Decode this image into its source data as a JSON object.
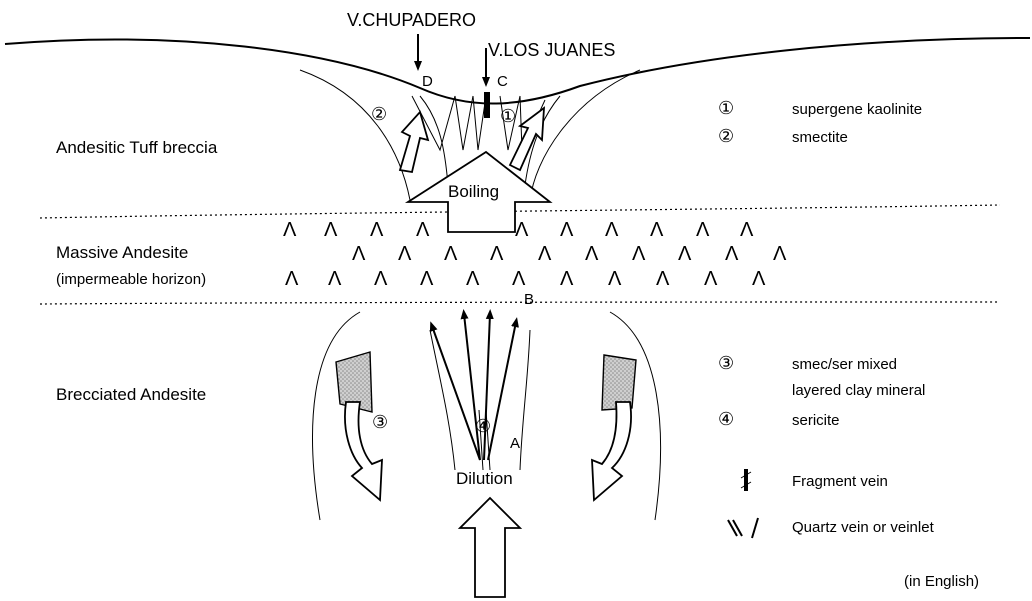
{
  "vein_labels": {
    "chupadero": "V.CHUPADERO",
    "los_juanes": "V.LOS JUANES"
  },
  "points": {
    "a": "A",
    "b": "B",
    "c": "C",
    "d": "D"
  },
  "layers": {
    "tuff": "Andesitic Tuff breccia",
    "massive": "Massive Andesite",
    "massive_note": "(impermeable horizon)",
    "brecciated": "Brecciated Andesite"
  },
  "processes": {
    "boiling": "Boiling",
    "dilution": "Dilution"
  },
  "legend": [
    {
      "marker": "①",
      "text": "supergene kaolinite"
    },
    {
      "marker": "②",
      "text": "smectite"
    },
    {
      "marker": "③",
      "text": "smec/ser mixed"
    },
    {
      "marker": "④",
      "text": "sericite"
    }
  ],
  "legend_extra": "layered clay mineral",
  "symbols": {
    "fragment_vein": "Fragment vein",
    "quartz_vein": "Quartz vein or veinlet"
  },
  "diagram_markers": {
    "m1": "①",
    "m2": "②",
    "m3": "③",
    "m4": "④"
  },
  "caret": "Λ",
  "footnote": "(in English)"
}
